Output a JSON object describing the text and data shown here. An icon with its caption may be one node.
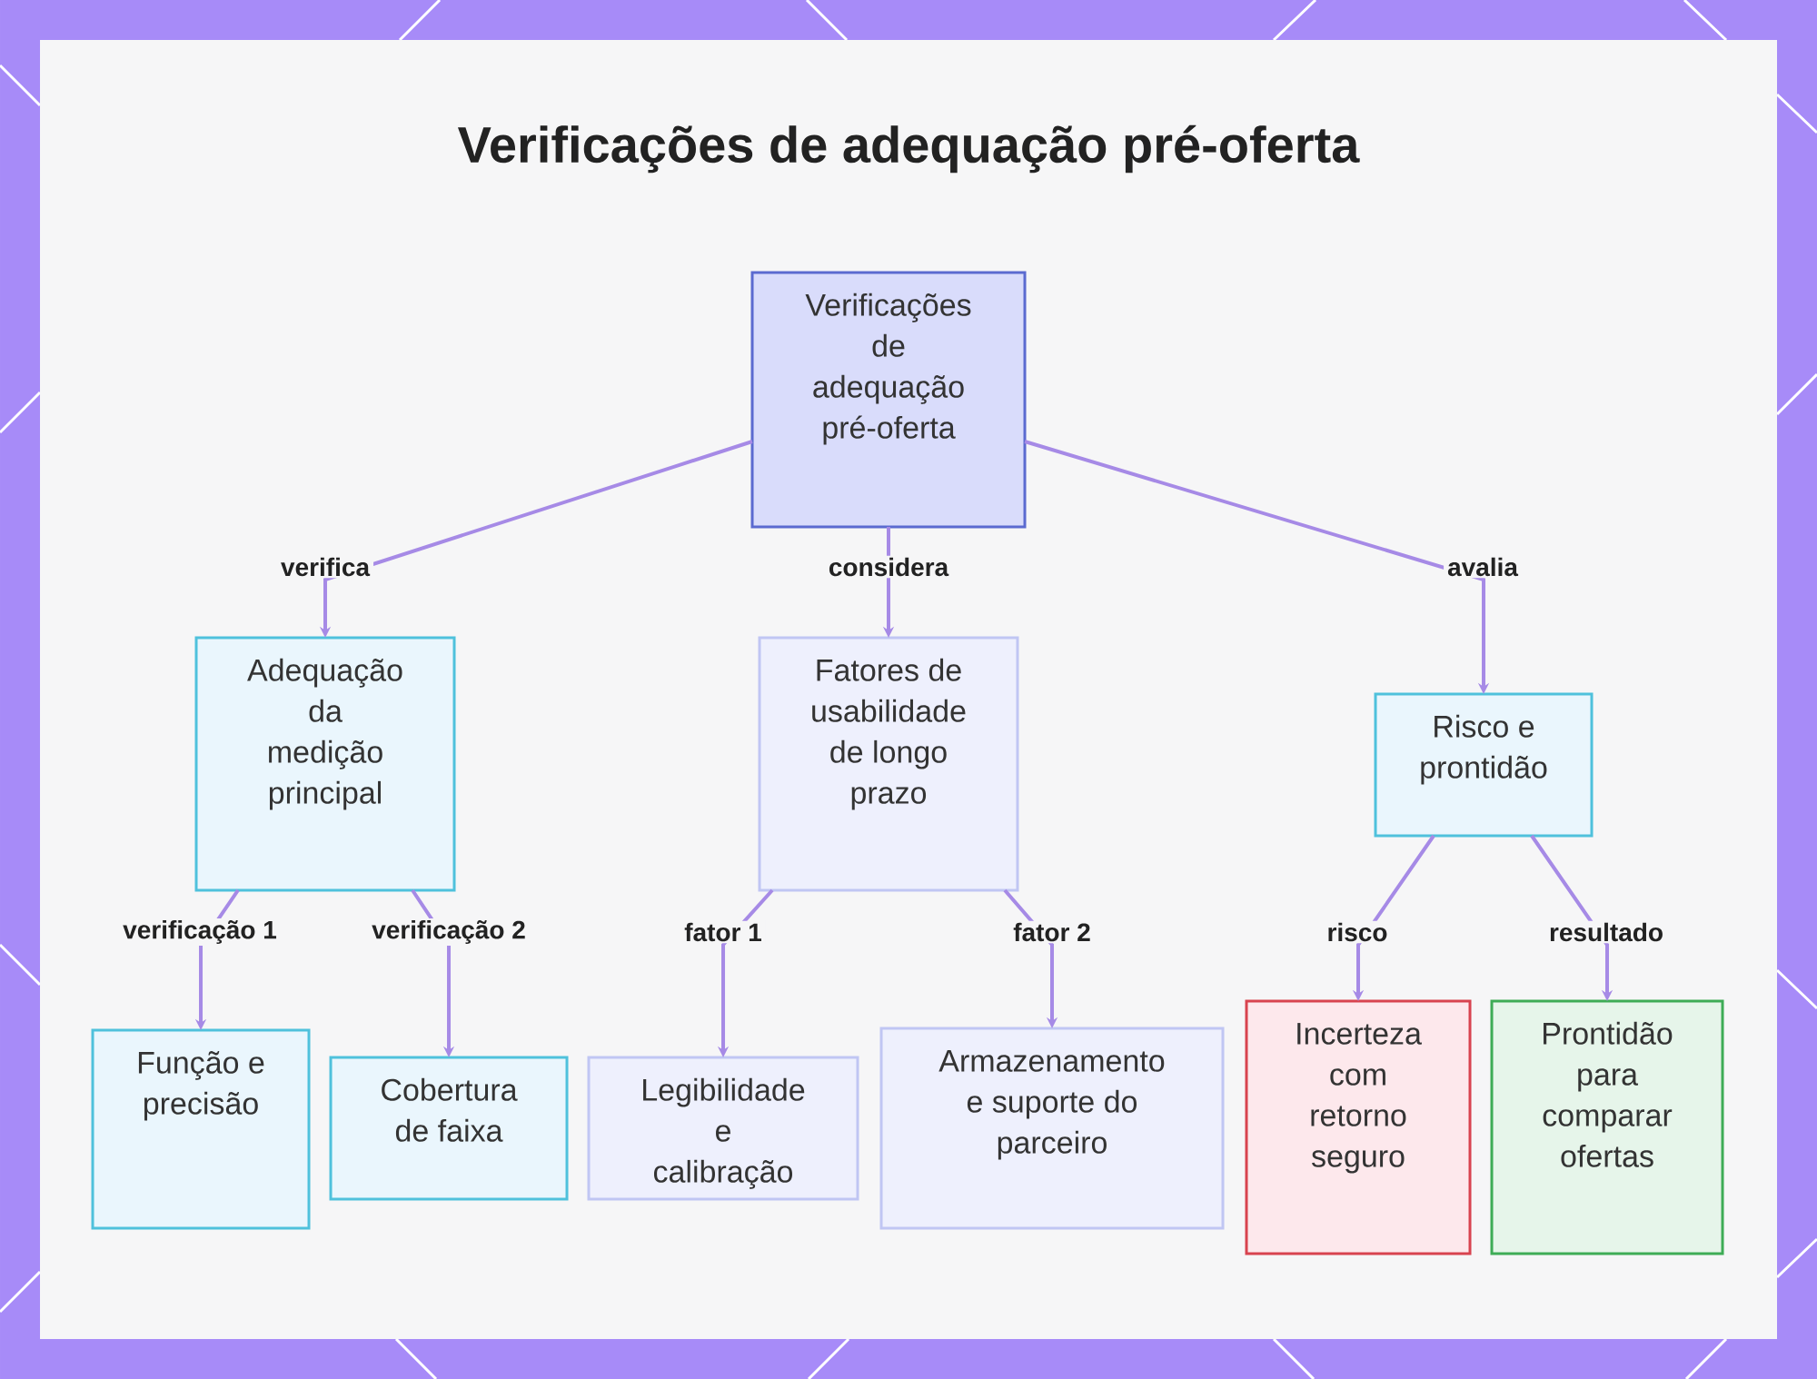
{
  "diagram": {
    "title": "Verificações de adequação pré-oferta",
    "nodes": [
      {
        "text": [
          "Verificações de adequação pré-oferta"
        ]
      },
      {
        "text": [
          "Adequação da medição principal"
        ]
      },
      {
        "text": [
          "Fatores de usabilidade de longo prazo"
        ]
      },
      {
        "text": [
          "Risco e prontidão"
        ]
      },
      {
        "text": [
          "Função e precisão"
        ]
      },
      {
        "text": [
          "Cobertura de faixa"
        ]
      },
      {
        "text": [
          "Legibilidade e calibração"
        ]
      },
      {
        "text": [
          "Armazenamento e suporte do parceiro"
        ]
      },
      {
        "text": [
          "Incerteza com retorno seguro"
        ]
      },
      {
        "text": [
          "Prontidão para comparar ofertas"
        ]
      }
    ],
    "edges": [
      {
        "from": 0,
        "to": 1,
        "arrow": "to",
        "label": "verifica"
      },
      {
        "from": 0,
        "to": 2,
        "arrow": "to",
        "label": "considera"
      },
      {
        "from": 0,
        "to": 3,
        "arrow": "to",
        "label": "avalia"
      },
      {
        "from": 1,
        "to": 4,
        "arrow": "to",
        "label": "verificação 1"
      },
      {
        "from": 1,
        "to": 5,
        "arrow": "to",
        "label": "verificação 2"
      },
      {
        "from": 2,
        "to": 6,
        "arrow": "to",
        "label": "fator 1"
      },
      {
        "from": 2,
        "to": 7,
        "arrow": "to",
        "label": "fator 2"
      },
      {
        "from": 3,
        "to": 8,
        "arrow": "to",
        "label": "risco"
      },
      {
        "from": 3,
        "to": 9,
        "arrow": "to",
        "label": "resultado"
      }
    ]
  }
}
